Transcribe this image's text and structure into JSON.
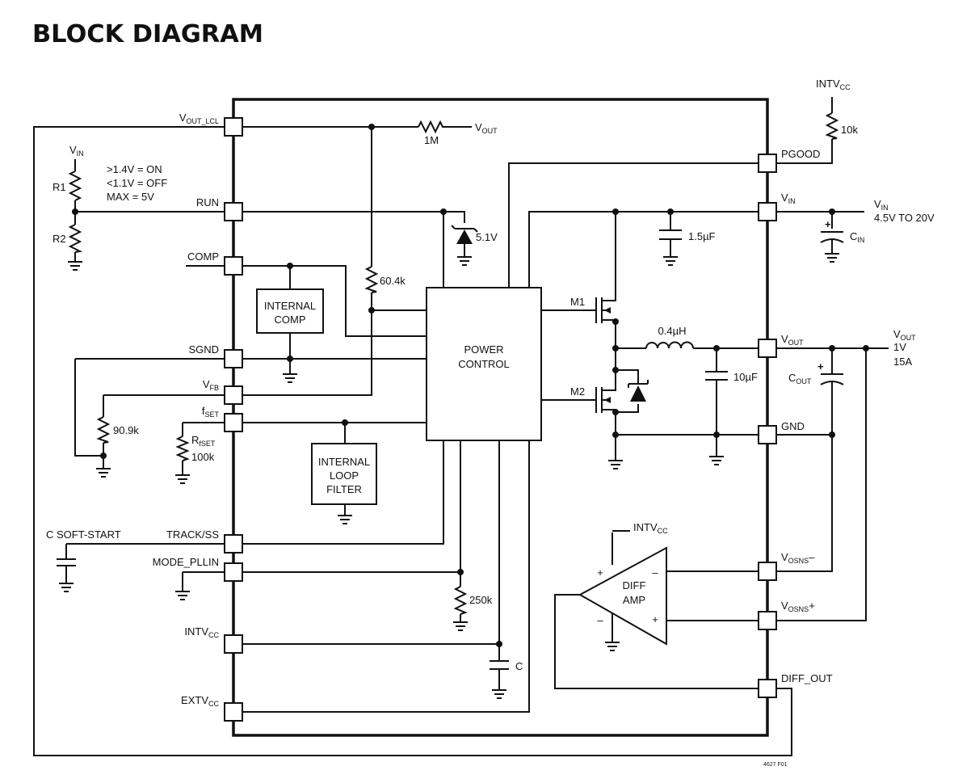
{
  "title": "BLOCK DIAGRAM",
  "pins_left": {
    "vout_lcl": {
      "main": "V",
      "sub": "OUT_LCL"
    },
    "run": "RUN",
    "comp": "COMP",
    "sgnd": "SGND",
    "vfb": {
      "main": "V",
      "sub": "FB"
    },
    "fset": {
      "main": "f",
      "sub": "SET"
    },
    "track_ss": "TRACK/SS",
    "mode_pllin": "MODE_PLLIN",
    "intvcc": {
      "main": "INTV",
      "sub": "CC"
    },
    "extvcc": {
      "main": "EXTV",
      "sub": "CC"
    }
  },
  "pins_right": {
    "pgood": "PGOOD",
    "vin": {
      "main": "V",
      "sub": "IN"
    },
    "vout": {
      "main": "V",
      "sub": "OUT"
    },
    "gnd": "GND",
    "vosns_minus": {
      "main": "V",
      "sub": "OSNS",
      "suffix": "–"
    },
    "vosns_plus": {
      "main": "V",
      "sub": "OSNS",
      "suffix": "+"
    },
    "diff_out": "DIFF_OUT"
  },
  "blocks": {
    "internal_comp": [
      "INTERNAL",
      "COMP"
    ],
    "power_control": [
      "POWER",
      "CONTROL"
    ],
    "internal_loop_filter": [
      "INTERNAL",
      "LOOP",
      "FILTER"
    ],
    "diff_amp": [
      "DIFF",
      "AMP"
    ]
  },
  "components": {
    "r1": "R1",
    "r2": "R2",
    "r_1m": "1M",
    "r_60k": "60.4k",
    "r_90k": "90.9k",
    "r_fset": {
      "main": "R",
      "sub": "fSET",
      "value": "100k"
    },
    "r_250k": "250k",
    "r_10k": "10k",
    "zener": "5.1V",
    "c_15u": "1.5µF",
    "c_10u": "10µF",
    "inductor": "0.4µH",
    "c_c": "C",
    "c_in": {
      "main": "C",
      "sub": "IN"
    },
    "c_out": {
      "main": "C",
      "sub": "OUT"
    },
    "m1": "M1",
    "m2": "M2"
  },
  "external": {
    "vin_left": {
      "main": "V",
      "sub": "IN"
    },
    "run_notes": [
      ">1.4V = ON",
      "<1.1V = OFF",
      "MAX = 5V"
    ],
    "vout_1m": {
      "main": "V",
      "sub": "OUT"
    },
    "intvcc_top": {
      "main": "INTV",
      "sub": "CC"
    },
    "vin_right": {
      "main": "V",
      "sub": "IN",
      "range": "4.5V TO 20V"
    },
    "vout_right": {
      "main": "V",
      "sub": "OUT",
      "lines": [
        "1V",
        "15A"
      ]
    },
    "soft_start": "C SOFT-START",
    "diff_amp_supply": {
      "main": "INTV",
      "sub": "CC"
    },
    "opamp_plus": "+",
    "opamp_minus": "–",
    "figure_code": "4627 F01"
  }
}
